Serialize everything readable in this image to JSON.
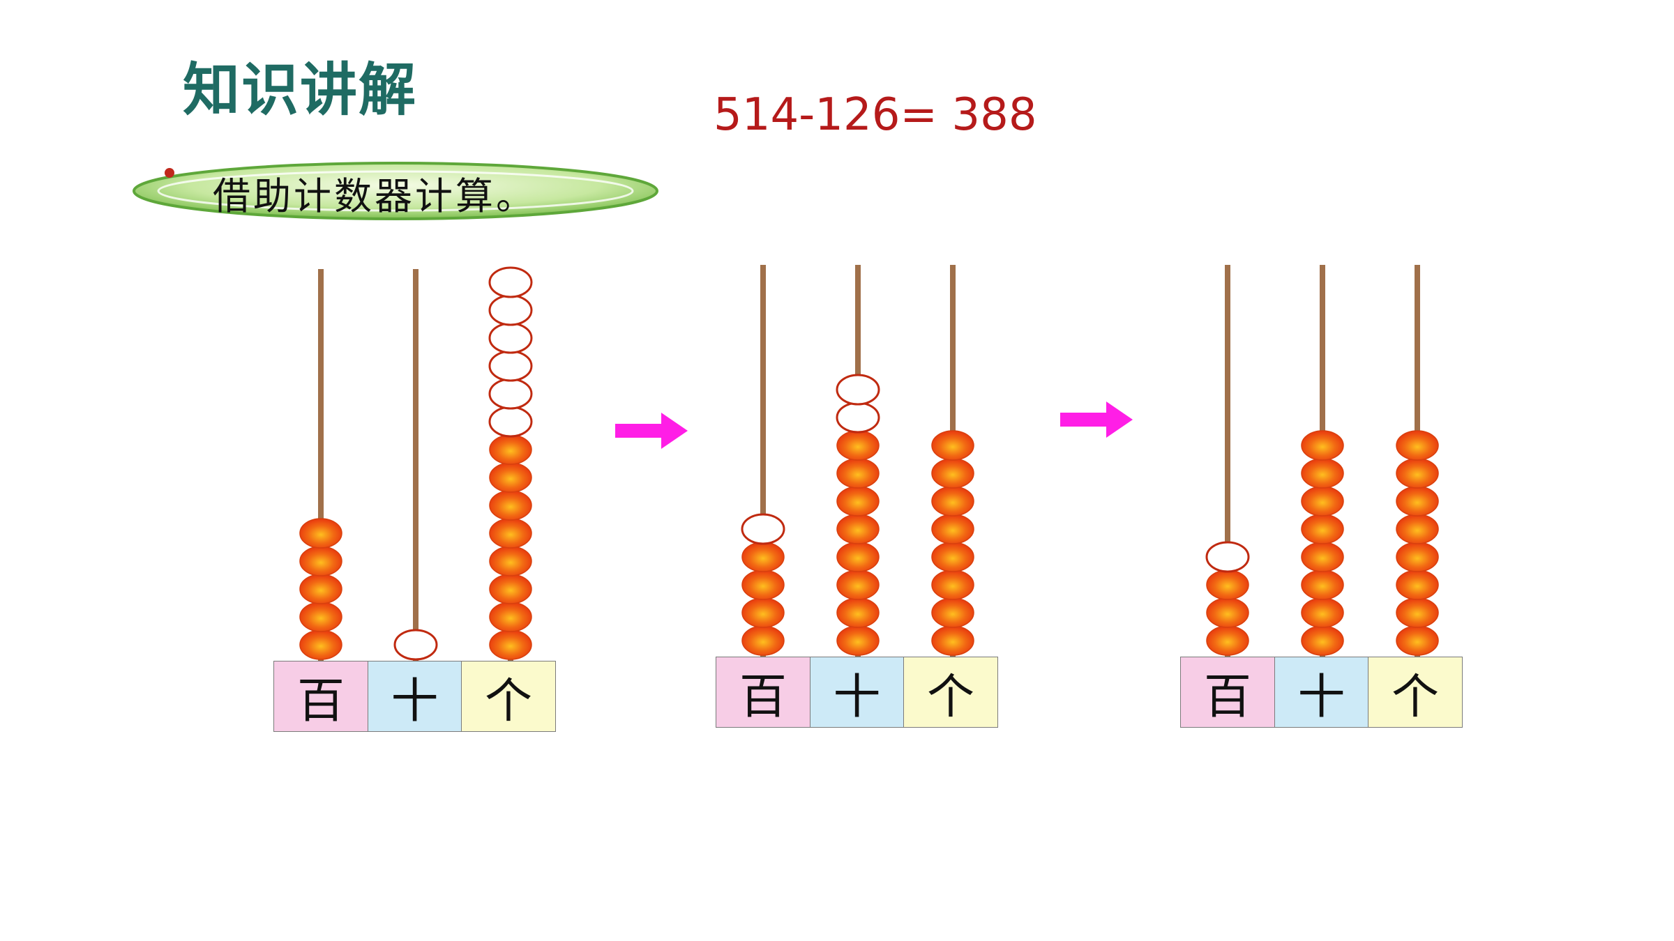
{
  "title": "知识讲解",
  "equation": "514-126= 388",
  "banner_text": "借助计数器计算。",
  "place_labels": [
    "百",
    "十",
    "个"
  ],
  "colors": {
    "title": "#1f6b63",
    "equation": "#b51a1a",
    "banner_green": "#8ccf5a",
    "bead_red": "#e8380f",
    "bead_core": "#ffbf1f",
    "rod": "#a0704a",
    "arrow": "#ff1ee6",
    "cell_hundreds": "#f7cde6",
    "cell_tens": "#cdeaf7",
    "cell_ones": "#fbfacc"
  },
  "abaci": [
    {
      "name": "abacus-step-1",
      "rods": [
        {
          "solid": 5,
          "hollow": 0
        },
        {
          "solid": 0,
          "hollow": 1
        },
        {
          "solid": 8,
          "hollow": 6
        }
      ]
    },
    {
      "name": "abacus-step-2",
      "rods": [
        {
          "solid": 4,
          "hollow": 1
        },
        {
          "solid": 8,
          "hollow": 2
        },
        {
          "solid": 8,
          "hollow": 0
        }
      ]
    },
    {
      "name": "abacus-step-3",
      "rods": [
        {
          "solid": 3,
          "hollow": 1
        },
        {
          "solid": 8,
          "hollow": 0
        },
        {
          "solid": 8,
          "hollow": 0
        }
      ]
    }
  ],
  "arrows": [
    "arrow-right-icon",
    "arrow-right-icon"
  ]
}
